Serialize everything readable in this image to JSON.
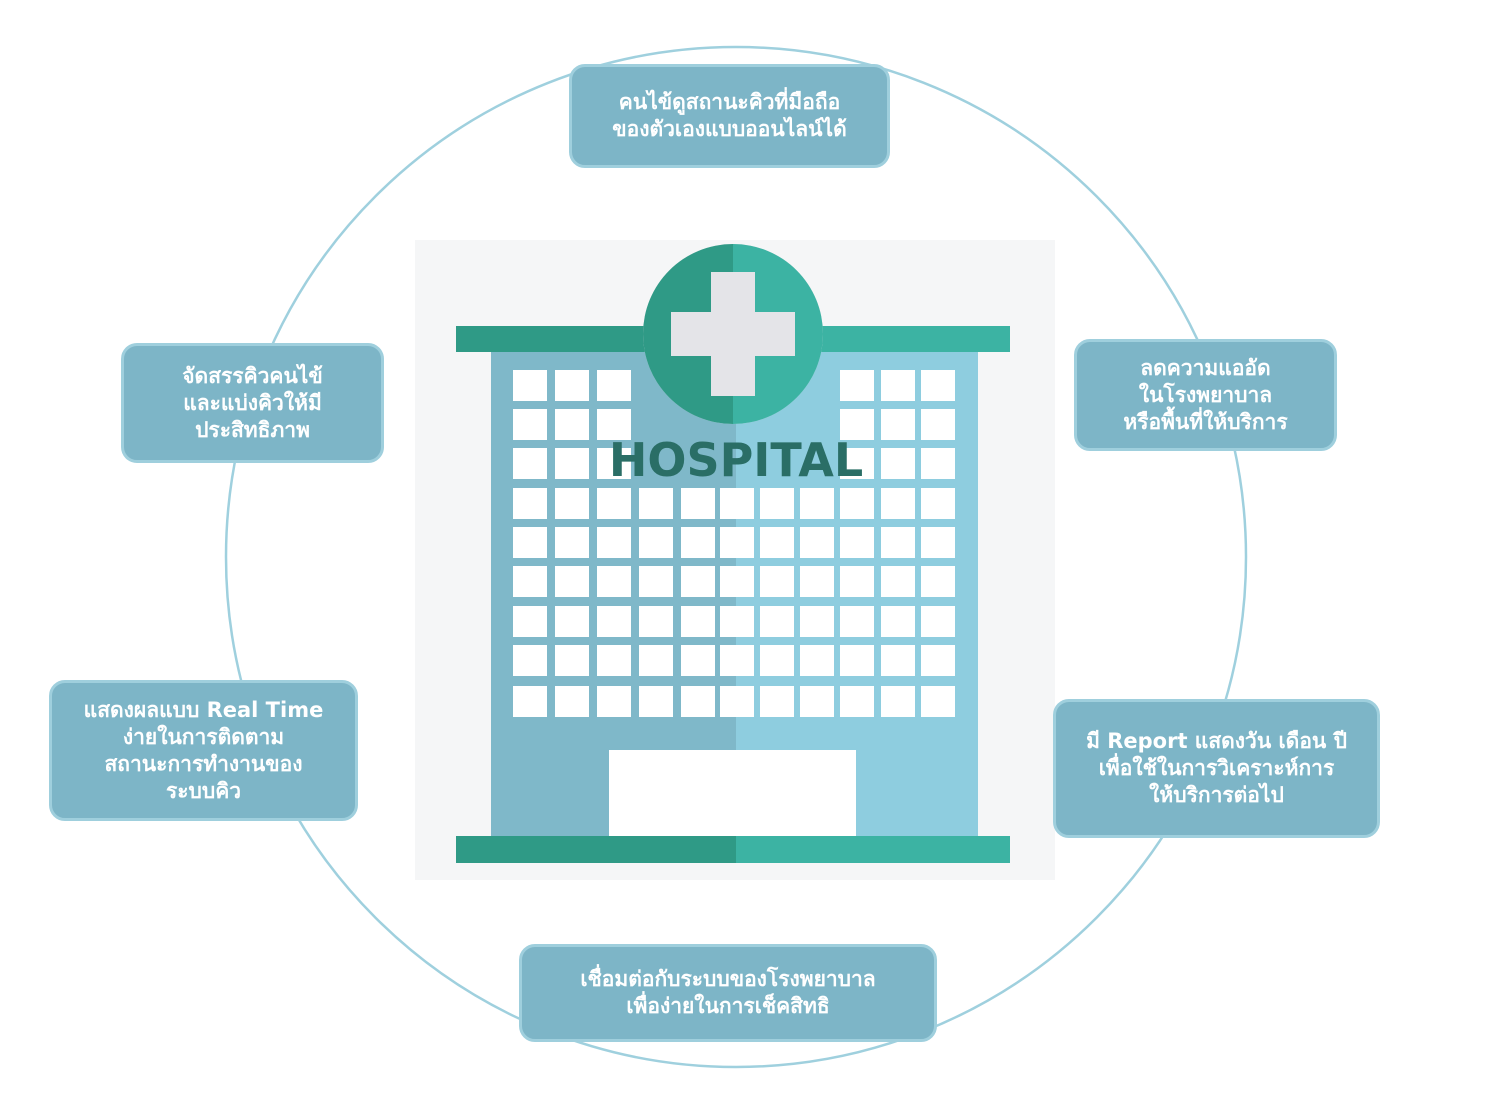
{
  "colors": {
    "ring": "#9fd0de",
    "box_fill": "#7db5c7",
    "box_border": "#9fcfdd",
    "building_left": "#7fb8c9",
    "building_right": "#8ecddf",
    "teal_dark": "#2f9a86",
    "teal_light": "#3cb3a3",
    "hospital_text": "#2a6e66",
    "cross": "#e4e4e8"
  },
  "building": {
    "sign_text": "HOSPITAL",
    "icon": "medical-cross-icon"
  },
  "nodes": {
    "top": {
      "lines": [
        "คนไข้ดูสถานะคิวที่มือถือ",
        "ของตัวเองแบบออนไลน์ได้"
      ]
    },
    "left_upper": {
      "lines": [
        "จัดสรรคิวคนไข้",
        "และแบ่งคิวให้มี",
        "ประสิทธิภาพ"
      ]
    },
    "right_upper": {
      "lines": [
        "ลดความแออัด",
        "ในโรงพยาบาล",
        "หรือพื้นที่ให้บริการ"
      ]
    },
    "left_lower": {
      "lines": [
        "แสดงผลแบบ Real Time",
        "ง่ายในการติดตาม",
        "สถานะการทำงานของ",
        "ระบบคิว"
      ]
    },
    "right_lower": {
      "lines": [
        "มี Report แสดงวัน เดือน ปี",
        "เพื่อใช้ในการวิเคราะห์การ",
        "ให้บริการต่อไป"
      ]
    },
    "bottom": {
      "lines": [
        "เชื่อมต่อกับระบบของโรงพยาบาล",
        "เพื่อง่ายในการเช็คสิทธิ"
      ]
    }
  }
}
